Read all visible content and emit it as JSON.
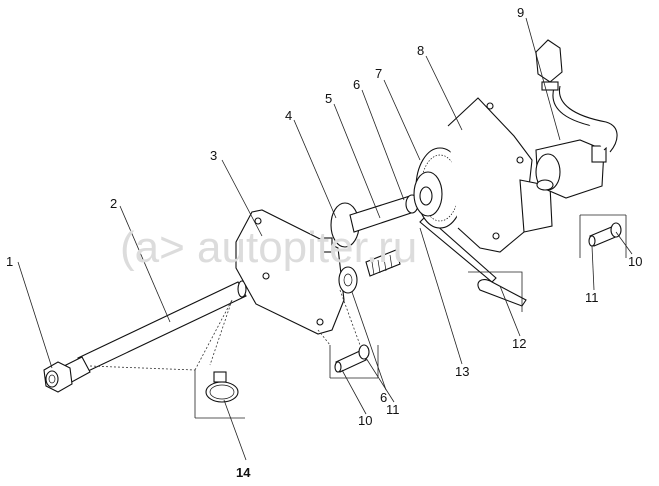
{
  "watermark": "autopiter.ru",
  "callouts": [
    {
      "id": "c1",
      "label": "1"
    },
    {
      "id": "c2",
      "label": "2"
    },
    {
      "id": "c3",
      "label": "3"
    },
    {
      "id": "c4",
      "label": "4"
    },
    {
      "id": "c5",
      "label": "5"
    },
    {
      "id": "c6a",
      "label": "6"
    },
    {
      "id": "c7",
      "label": "7"
    },
    {
      "id": "c8",
      "label": "8"
    },
    {
      "id": "c9",
      "label": "9"
    },
    {
      "id": "c10a",
      "label": "10"
    },
    {
      "id": "c11a",
      "label": "11"
    },
    {
      "id": "c12",
      "label": "12"
    },
    {
      "id": "c13",
      "label": "13"
    },
    {
      "id": "c6b",
      "label": "6"
    },
    {
      "id": "c11b",
      "label": "11"
    },
    {
      "id": "c10b",
      "label": "10"
    },
    {
      "id": "c14",
      "label": "14"
    }
  ]
}
